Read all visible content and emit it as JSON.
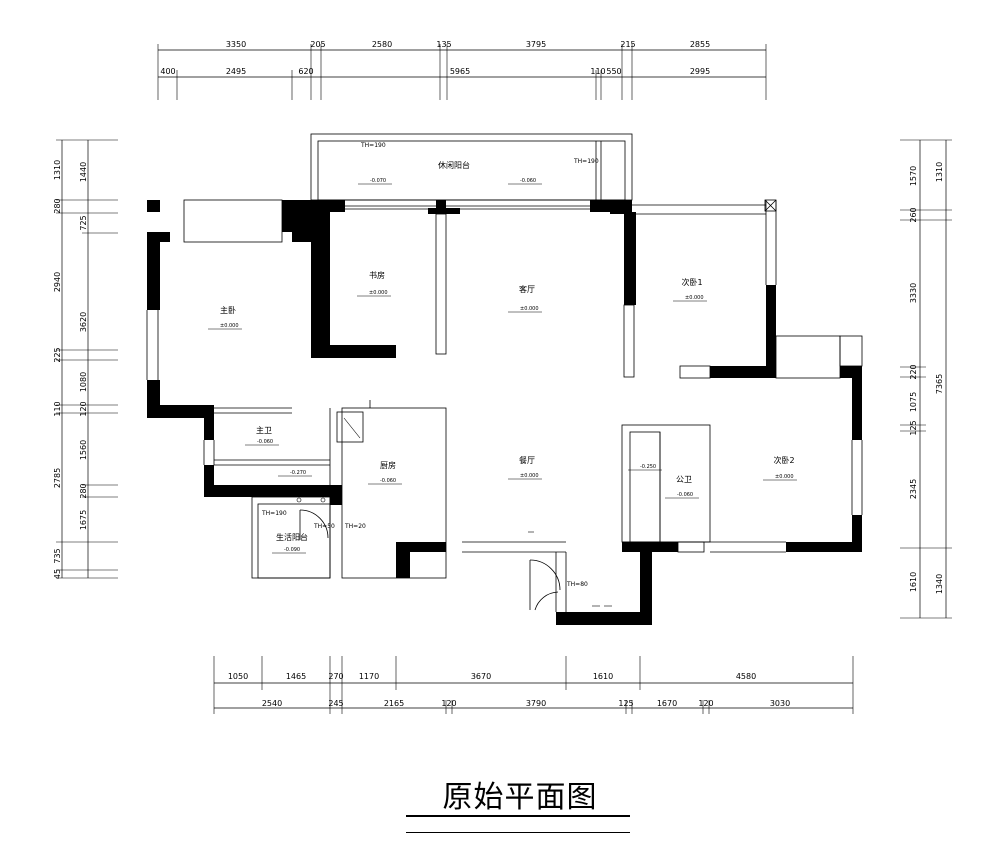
{
  "title": "原始平面图",
  "dimensions": {
    "top_row1": [
      "3350",
      "205",
      "2580",
      "135",
      "3795",
      "215",
      "2855"
    ],
    "top_row2": [
      "400",
      "2495",
      "620",
      "5965",
      "110",
      "550",
      "2995"
    ],
    "bottom_row1": [
      "1050",
      "1465",
      "270",
      "1170",
      "3670",
      "1610",
      "4580"
    ],
    "bottom_row2": [
      "2540",
      "245",
      "2165",
      "120",
      "3790",
      "125",
      "1670",
      "120",
      "3030"
    ],
    "left_row1": [
      "1310",
      "280",
      "2940",
      "225",
      "110",
      "2785",
      "735",
      "45"
    ],
    "left_row2": [
      "1440",
      "725",
      "3620",
      "1080",
      "120",
      "1560",
      "280",
      "1675"
    ],
    "right_row1": [
      "1570",
      "260",
      "3330",
      "220",
      "1075",
      "125",
      "2345",
      "1610"
    ],
    "right_row2": [
      "1310",
      "7365",
      "1340"
    ]
  },
  "rooms": {
    "leisure_balcony": "休闲阳台",
    "study": "书房",
    "living_room": "客厅",
    "master_bedroom": "主卧",
    "second_bedroom_1": "次卧1",
    "second_bedroom_2": "次卧2",
    "master_bath": "主卫",
    "kitchen": "厨房",
    "dining_room": "餐厅",
    "public_bath": "公卫",
    "service_balcony": "生活阳台"
  },
  "levels": {
    "balcony_a": "-0.070",
    "balcony_b": "-0.060",
    "study": "±0.000",
    "living": "±0.000",
    "master": "±0.000",
    "second1": "±0.000",
    "master_bath": "-0.060",
    "master_bath_b": "-0.270",
    "kitchen": "-0.060",
    "dining": "±0.000",
    "public_bath_a": "-0.250",
    "public_bath_b": "-0.060",
    "second2": "±0.000",
    "service_balcony": "-0.090"
  },
  "thickness": {
    "th190_a": "TH=190",
    "th190_b": "TH=190",
    "th190_c": "TH=190",
    "th50": "TH=50",
    "th20": "TH=20",
    "th80": "TH=80"
  }
}
